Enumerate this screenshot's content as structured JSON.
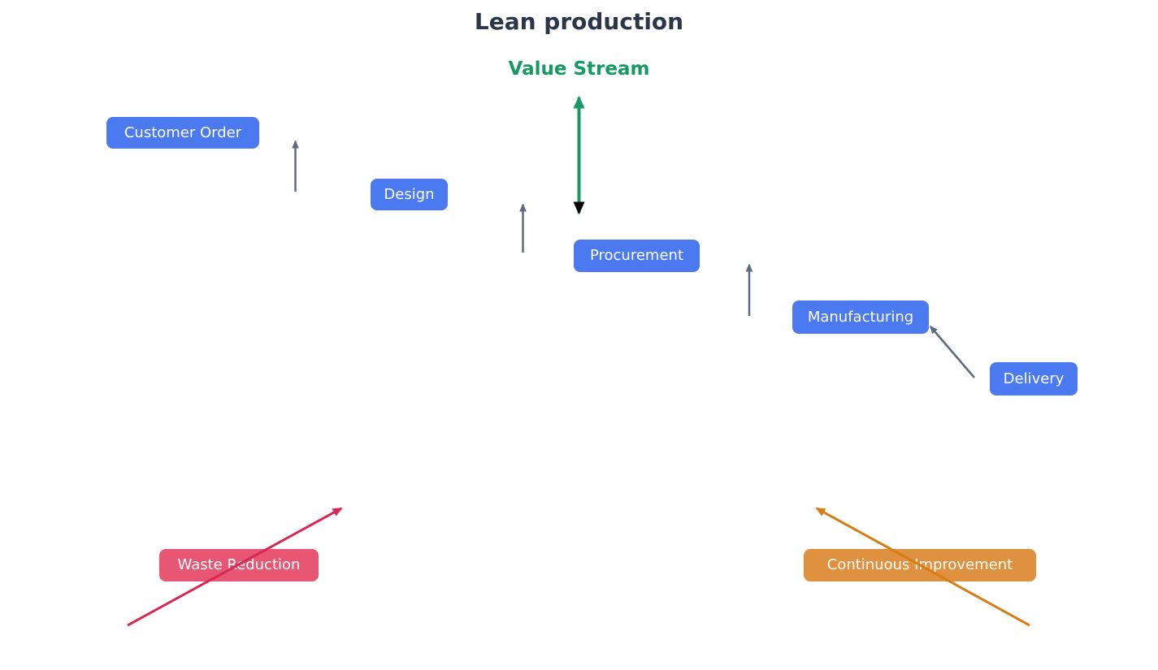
{
  "title": "Lean production",
  "subtitle": "Value Stream",
  "nodes": [
    {
      "id": "customer-order",
      "label": "Customer Order"
    },
    {
      "id": "design",
      "label": "Design"
    },
    {
      "id": "procurement",
      "label": "Procurement"
    },
    {
      "id": "manufacturing",
      "label": "Manufacturing"
    },
    {
      "id": "delivery",
      "label": "Delivery"
    },
    {
      "id": "waste-reduction",
      "label": "Waste Reduction"
    },
    {
      "id": "continuous-improvement",
      "label": "Continuous Improvement"
    }
  ],
  "colors": {
    "bg": "#ffffff",
    "title-color": "#2b3648",
    "green": "#169a62",
    "node-blue": "#4b79f0",
    "node-red": "#e75672",
    "node-orange": "#e0913f",
    "edge-gray": "#5d6b7e",
    "edge-red": "#d92753",
    "edge-orange": "#d87d15"
  }
}
